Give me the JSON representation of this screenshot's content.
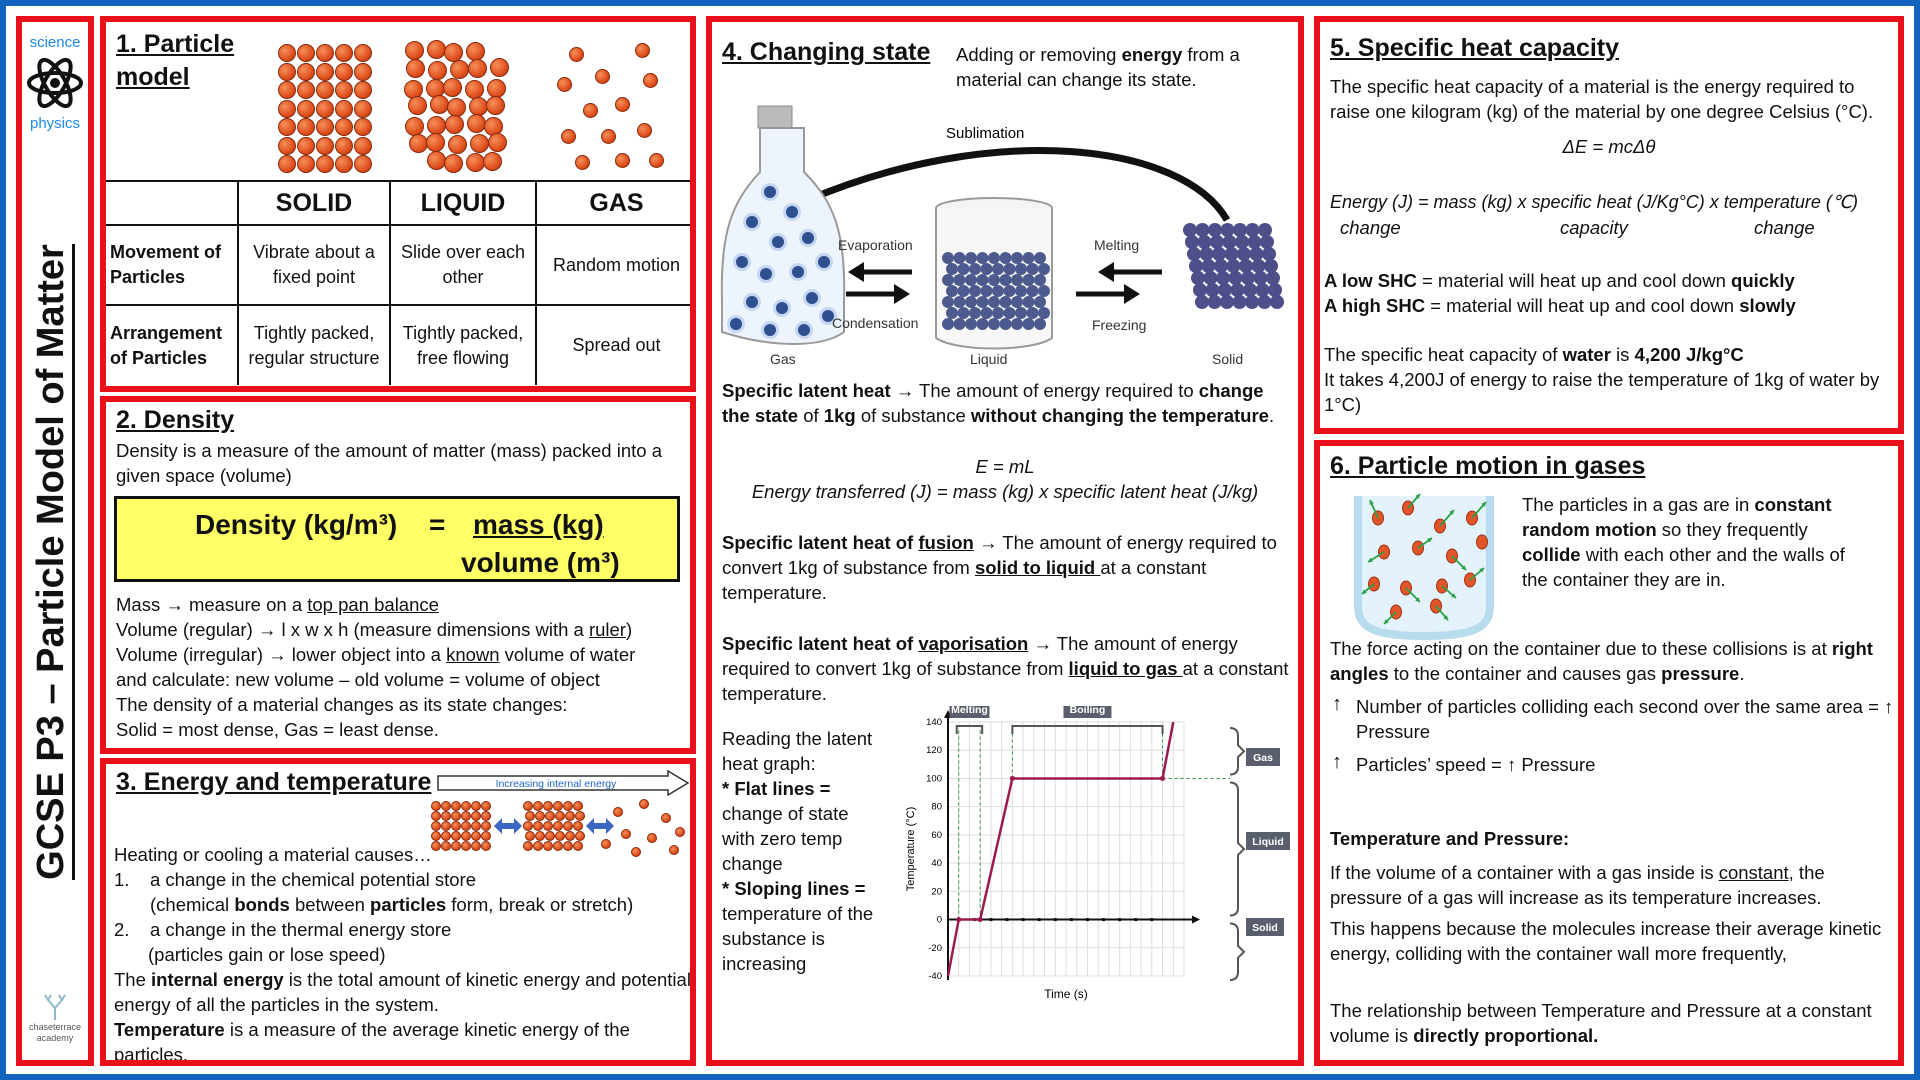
{
  "sidebar": {
    "logo_top": "science",
    "logo_bottom": "physics",
    "vertical_title": "GCSE P3 – Particle Model of Matter",
    "school": "chaseterrace academy"
  },
  "s1": {
    "title_line1": "1. Particle",
    "title_line2": "model",
    "headers": [
      "SOLID",
      "LIQUID",
      "GAS"
    ],
    "row1_label": "Movement of Particles",
    "row1": [
      "Vibrate about a fixed point",
      "Slide over each other",
      "Random motion"
    ],
    "row2_label": "Arrangement of Particles",
    "row2": [
      "Tightly packed, regular structure",
      "Tightly packed, free flowing",
      "Spread out"
    ]
  },
  "s2": {
    "title": "2. Density",
    "intro": "Density is a measure of the amount of matter (mass) packed into a given space (volume)",
    "eq_left": "Density (kg/m³)",
    "eq_equals": "=",
    "eq_num": "mass (kg)",
    "eq_den": "volume (m³)",
    "l1a": "Mass → measure on a ",
    "l1b": "top pan balance",
    "l2a": "Volume (regular) → l x w x h (measure dimensions with a ",
    "l2b": "ruler",
    "l2c": ")",
    "l3a": "Volume (irregular) → lower object into a ",
    "l3b": "known",
    "l3c": " volume of water",
    "l4": "and calculate: new volume – old volume = volume of object",
    "l5": "The density of a material changes as its state changes:",
    "l6": "Solid = most dense, Gas = least dense."
  },
  "s3": {
    "title": "3. Energy and temperature",
    "arrow_label": "Increasing internal energy",
    "intro": "Heating or cooling a material causes…",
    "i1": "a change in the chemical potential store",
    "i1_sub_a": "(chemical ",
    "i1_sub_b": "bonds",
    "i1_sub_c": " between ",
    "i1_sub_d": "particles",
    "i1_sub_e": " form, break or stretch)",
    "i2": "a change in the thermal energy store",
    "i2_sub": "(particles gain or lose speed)",
    "n1": "1.",
    "n2": "2.",
    "p1a": "The ",
    "p1b": "internal energy",
    "p1c": " is the total amount of kinetic energy and potential energy of all the particles in the system.",
    "p2a": "Temperature",
    "p2b": " is a measure of the average kinetic energy of the particles."
  },
  "s4": {
    "title": "4. Changing state",
    "intro_a": "Adding or removing ",
    "intro_b": "energy",
    "intro_c": " from a material can change its state.",
    "diagram": {
      "sublimation": "Sublimation",
      "evaporation": "Evaporation",
      "condensation": "Condensation",
      "melting": "Melting",
      "freezing": "Freezing",
      "gas": "Gas",
      "liquid": "Liquid",
      "solid": "Solid"
    },
    "slh_a": "Specific latent heat",
    "slh_b": " → The amount of energy required to ",
    "slh_c": "change the state",
    "slh_d": " of ",
    "slh_e": "1kg",
    "slh_f": " of substance ",
    "slh_g": "without changing the temperature",
    "slh_h": ".",
    "eq1": "E = mL",
    "eq2": "Energy transferred (J) = mass (kg) x specific latent heat (J/kg)",
    "fus_a": "Specific latent heat of ",
    "fus_b": "fusion",
    "fus_c": " → The amount of energy required to convert 1kg of substance from ",
    "fus_d": "solid to liquid ",
    "fus_e": "at a constant temperature.",
    "vap_a": "Specific latent heat of ",
    "vap_b": "vaporisation",
    "vap_c": " → The amount of energy required to convert 1kg of substance from ",
    "vap_d": "liquid to gas ",
    "vap_e": "at a constant temperature.",
    "read1": "Reading the latent heat graph:",
    "read2": "* Flat lines =",
    "read3": "change of state with zero temp change",
    "read4": "* Sloping lines =",
    "read5": "temperature of the substance is increasing"
  },
  "chart_data": {
    "type": "line",
    "xlabel": "Time (s)",
    "ylabel": "Temperature (°C)",
    "ylim": [
      -40,
      140
    ],
    "yticks": [
      -40,
      -20,
      0,
      20,
      40,
      60,
      80,
      100,
      120,
      140
    ],
    "series": [
      {
        "values": [
          [
            0,
            -40
          ],
          [
            1,
            0
          ],
          [
            3,
            0
          ],
          [
            6,
            100
          ],
          [
            20,
            100
          ],
          [
            21,
            140
          ]
        ]
      }
    ],
    "annotations": [
      "Melting",
      "Boiling",
      "Gas",
      "Liquid",
      "Solid"
    ],
    "color": "#9b1b4f"
  },
  "s5": {
    "title": "5. Specific heat capacity",
    "intro": "The specific heat capacity of a material is the energy required to raise one kilogram (kg) of the material by one degree Celsius (°C).",
    "eq": "ΔE = mcΔθ",
    "w1": "Energy (J) = mass (kg) x specific heat (J/Kg°C)  x temperature (℃)",
    "w2a": "change",
    "w2b": "capacity",
    "w2c": "change",
    "low_a": "A low SHC",
    "low_b": " = material will heat up and cool down ",
    "low_c": "quickly",
    "high_a": "A high SHC",
    "high_b": " = material will heat up and cool down ",
    "high_c": "slowly",
    "water_a": "The specific heat capacity of ",
    "water_b": "water",
    "water_c": " is ",
    "water_d": "4,200 J/kg°C",
    "water2": "It takes 4,200J of energy to raise the temperature of 1kg of water by 1°C)"
  },
  "s6": {
    "title": "6. Particle motion in gases",
    "p1a": "The particles in a gas are in ",
    "p1b": "constant random motion",
    "p1c": " so they frequently ",
    "p1d": "collide",
    "p1e": " with each other and the walls of the container they are in.",
    "p2a": "The force acting on the container due to these collisions is at ",
    "p2b": "right angles",
    "p2c": " to the container and causes gas ",
    "p2d": "pressure",
    "p2e": ".",
    "b1": "Number of particles colliding each second over the same area  = ↑ Pressure",
    "b2": "Particles’ speed = ↑ Pressure",
    "up": "↑",
    "tp_title": "Temperature and Pressure:",
    "tp1a": "If the volume of a container with a gas inside is ",
    "tp1b": "constant",
    "tp1c": ", the pressure of a gas will increase as its temperature increases.",
    "tp2": "This happens because the molecules increase their average kinetic energy, colliding with the container wall more frequently,",
    "tp3a": "The relationship between Temperature and Pressure at a constant volume is ",
    "tp3b": "directly proportional."
  }
}
